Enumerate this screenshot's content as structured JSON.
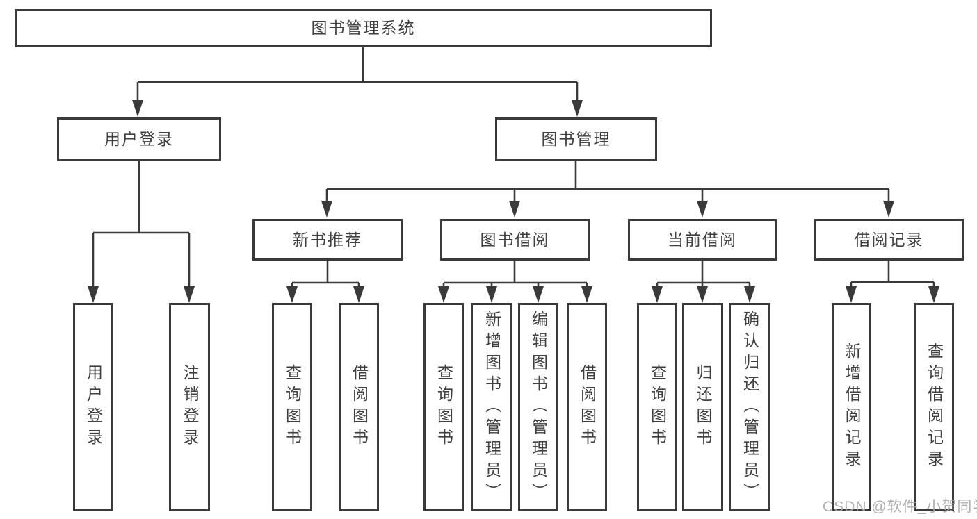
{
  "diagram": {
    "title": "图书管理系统",
    "root": {
      "label": "图书管理系统"
    },
    "level2": [
      {
        "label": "用户登录"
      },
      {
        "label": "图书管理"
      }
    ],
    "level3": [
      {
        "label": "新书推荐"
      },
      {
        "label": "图书借阅"
      },
      {
        "label": "当前借阅"
      },
      {
        "label": "借阅记录"
      }
    ],
    "leaves": [
      {
        "label": "用户登录"
      },
      {
        "label": "注销登录"
      },
      {
        "label": "查询图书"
      },
      {
        "label": "借阅图书"
      },
      {
        "label": "查询图书"
      },
      {
        "label": "新增图书（管理员）"
      },
      {
        "label": "编辑图书（管理员）"
      },
      {
        "label": "借阅图书"
      },
      {
        "label": "查询图书"
      },
      {
        "label": "归还图书"
      },
      {
        "label": "确认归还（管理员）"
      },
      {
        "label": "新增借阅记录"
      },
      {
        "label": "查询借阅记录"
      }
    ]
  },
  "watermark": {
    "text": "CSDN @软件_小贺同学"
  },
  "colors": {
    "line": "#3a3a3a",
    "text": "#3f3f3f",
    "watermark": "#a8a8a8",
    "background": "#ffffff"
  }
}
